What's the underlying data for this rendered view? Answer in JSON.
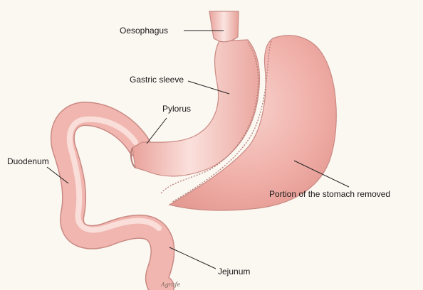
{
  "labels": {
    "oesophagus": "Oesophagus",
    "gastric_sleeve": "Gastric sleeve",
    "pylorus": "Pylorus",
    "duodenum": "Duodenum",
    "portion_removed": "Portion of the stomach removed",
    "jejunum": "Jejunum"
  },
  "signature": "Agrafe",
  "colors": {
    "background": "#fbf7f1",
    "tissue_main": "#f2b3ad",
    "tissue_light": "#f9d6d1",
    "tissue_dark": "#e49790",
    "outline": "#c98a83",
    "staple_line": "#b47d77",
    "leader_line": "#222222"
  }
}
